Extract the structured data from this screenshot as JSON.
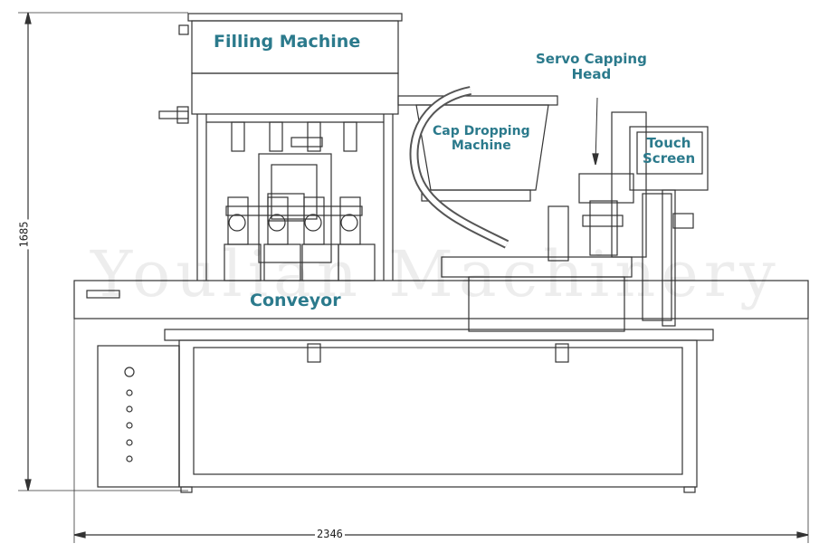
{
  "labels": {
    "filling_machine": "Filling Machine",
    "cap_dropping_machine": "Cap Dropping\nMachine",
    "servo_capping_head": "Servo Capping\nHead",
    "touch_screen": "Touch\nScreen",
    "conveyor": "Conveyor"
  },
  "dimensions": {
    "overall_width": "2346",
    "overall_height": "1685"
  },
  "watermark": "Youlian Machinery",
  "colors": {
    "label": "#2b7a8c",
    "line": "#333333"
  }
}
